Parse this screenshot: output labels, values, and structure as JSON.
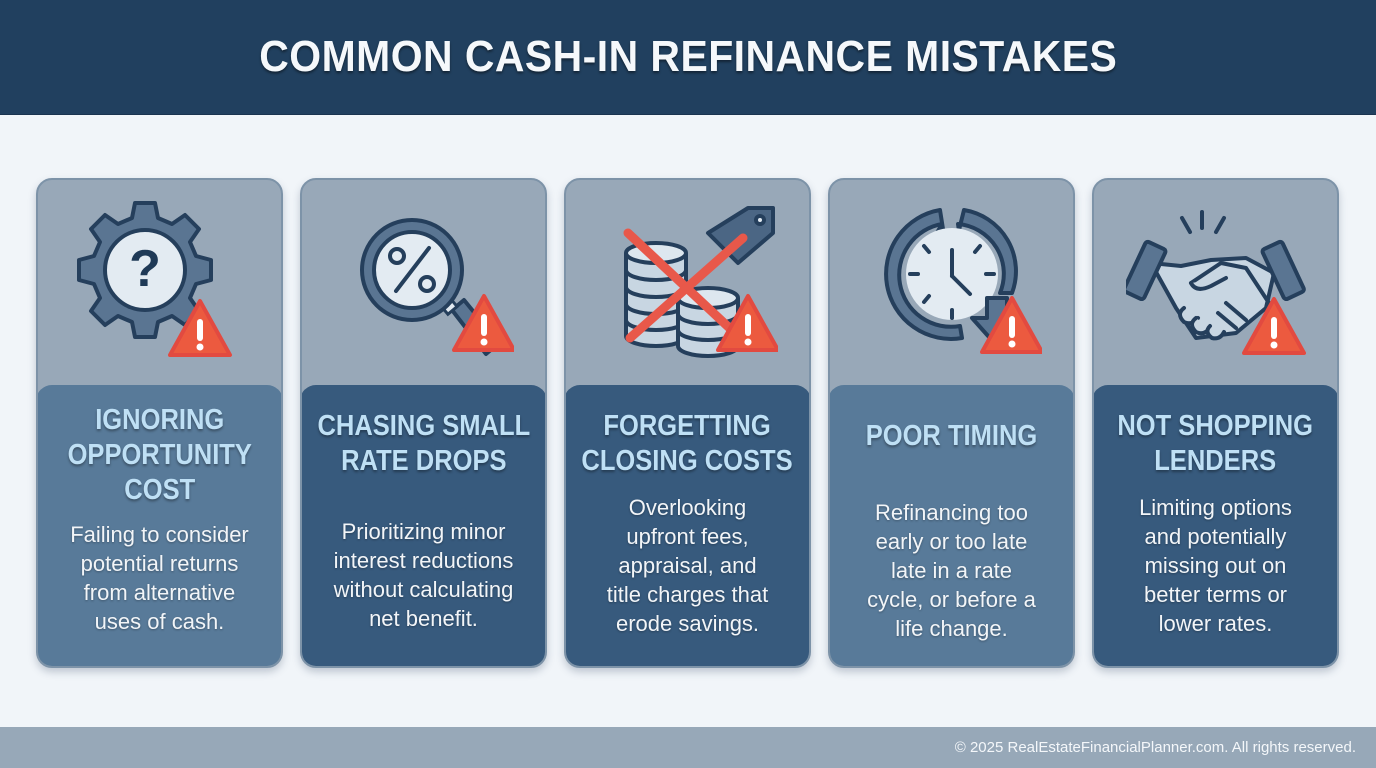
{
  "header": {
    "title": "COMMON CASH-IN REFINANCE MISTAKES"
  },
  "colors": {
    "header_bg": "#21405f",
    "card_bg": "#98a8b8",
    "panel_light": "#587a99",
    "panel_dark": "#375a7d",
    "title_text": "#bfe0f5",
    "warning_orange": "#f06a3c",
    "warning_red": "#d8344a",
    "footer_bg": "#97a8b8"
  },
  "cards": [
    {
      "icon": "gear-question-icon",
      "title_lines": [
        "IGNORING",
        "OPPORTUNITY",
        "COST"
      ],
      "desc_lines": [
        "Failing to consider",
        "potential returns",
        "from alternative",
        "uses of cash."
      ]
    },
    {
      "icon": "magnifier-percent-icon",
      "title_lines": [
        "CHASING SMALL",
        "RATE DROPS"
      ],
      "desc_lines": [
        "Prioritizing minor",
        "interest reductions",
        "without calculating",
        "net benefit."
      ]
    },
    {
      "icon": "coins-tag-crossed-icon",
      "title_lines": [
        "FORGETTING",
        "CLOSING COSTS"
      ],
      "desc_lines": [
        "Overlooking",
        "upfront fees,",
        "appraisal, and",
        "title charges that",
        "erode savings."
      ]
    },
    {
      "icon": "broken-clock-icon",
      "title_lines": [
        "POOR TIMING"
      ],
      "desc_lines": [
        "Refinancing too",
        "early or too late",
        "late in a rate",
        "cycle, or before a",
        "life change."
      ]
    },
    {
      "icon": "handshake-icon",
      "title_lines": [
        "NOT SHOPPING",
        "LENDERS"
      ],
      "desc_lines": [
        "Limiting options",
        "and potentially",
        "missing out on",
        "better terms or",
        "lower rates."
      ]
    }
  ],
  "footer": {
    "copyright": "© 2025 RealEstateFinancialPlanner.com. All rights reserved."
  }
}
